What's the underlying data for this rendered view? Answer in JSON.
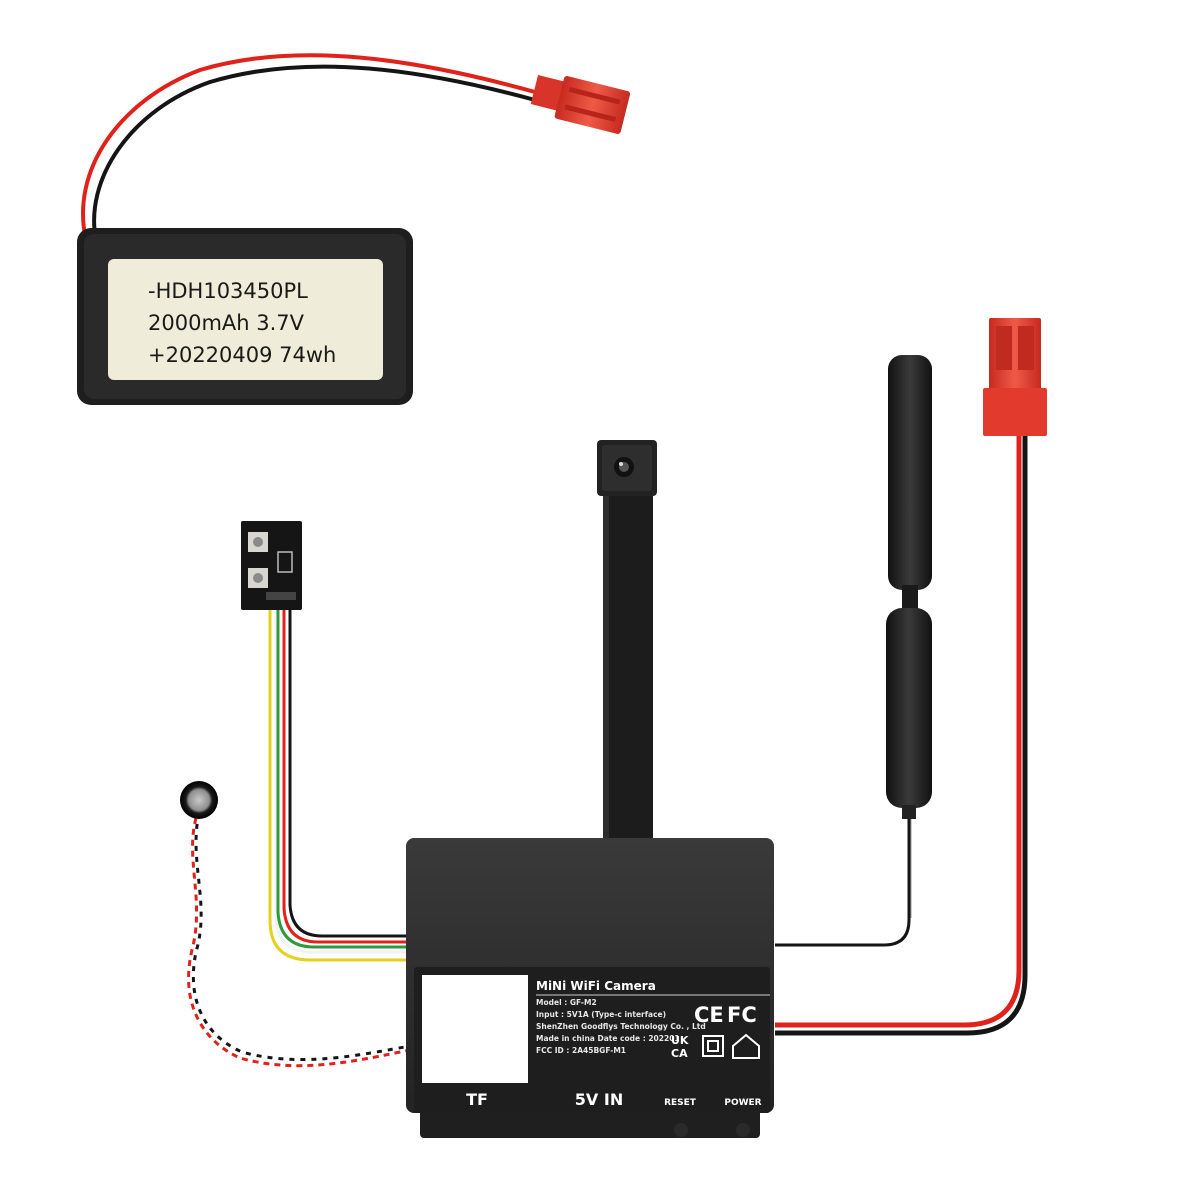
{
  "battery": {
    "line1": "-HDH103450PL",
    "line2": "2000mAh  3.7V",
    "line3": "+20220409  74wh"
  },
  "board": {
    "title": "MiNi WiFi Camera",
    "model": "Model : GF-M2",
    "input": "Input : 5V1A   (Type-c interface)",
    "maker": "ShenZhen Goodflys Technology Co. , Ltd",
    "date": "Made in china Date code :  202201",
    "fcc": "FCC ID :  2A45BGF-M1",
    "ce_mark": "CE",
    "fc_mark": "FC",
    "uk_mark_top": "UK",
    "uk_mark_bottom": "CA",
    "ports": {
      "tf": "TF",
      "power_in": "5V IN",
      "reset": "RESET",
      "power": "POWER"
    }
  },
  "colors": {
    "wire_red": "#e0221a",
    "wire_black": "#151515",
    "connector_red": "#e23a2c",
    "board_black": "#2b2b2b",
    "plate_dark": "#1e1e1e",
    "battery_label": "#efecd9",
    "wire_yellow": "#e6cf1e",
    "wire_green": "#2f9a3a"
  }
}
